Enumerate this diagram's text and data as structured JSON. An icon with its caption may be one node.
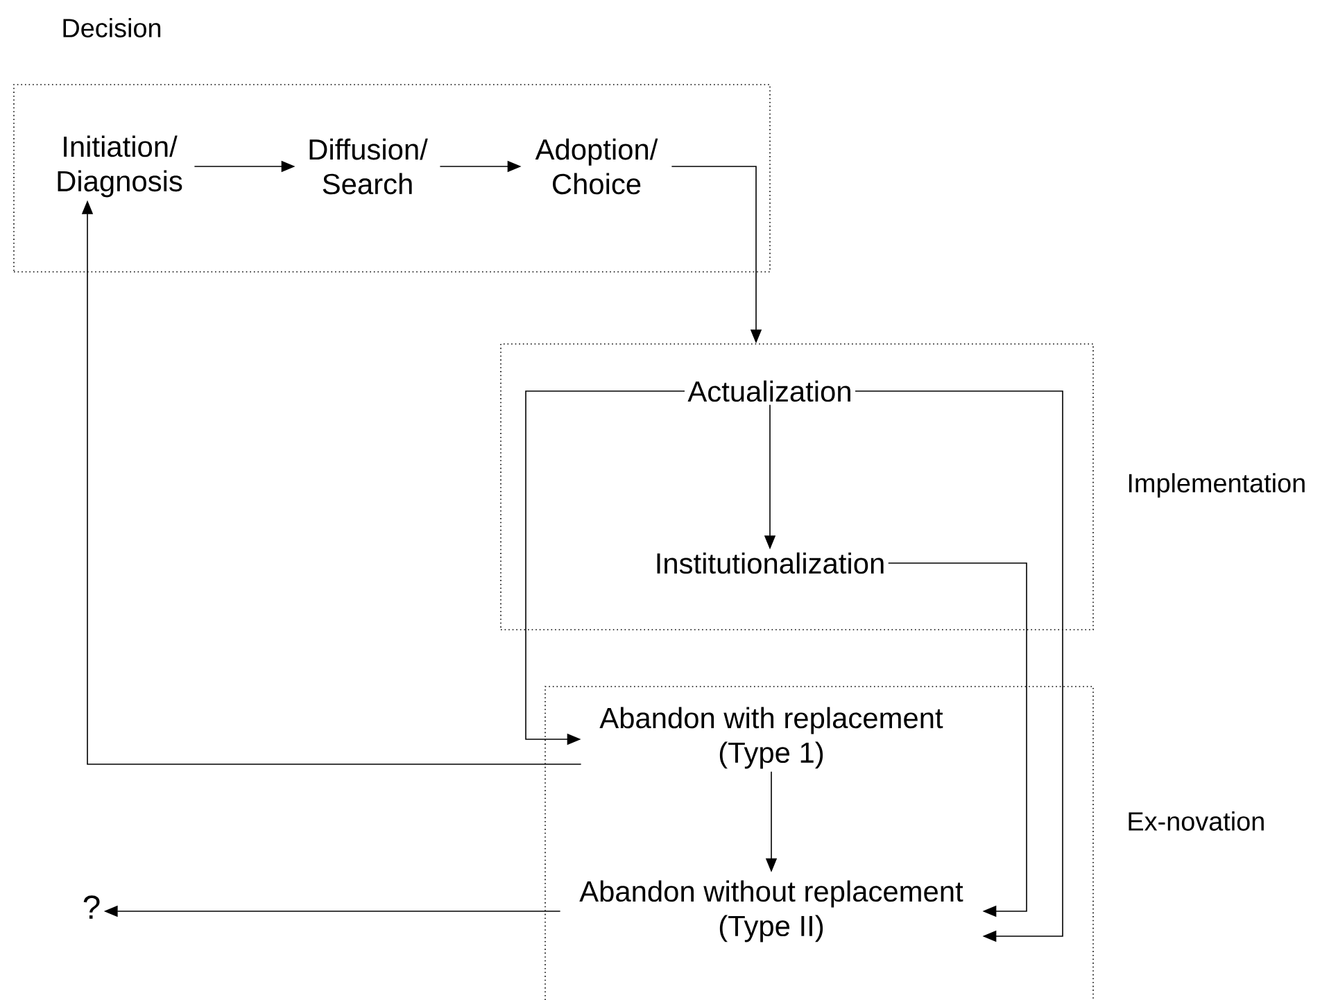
{
  "diagram": {
    "nodes": [
      {
        "text": [],
        "shape": "box"
      },
      {
        "text": [
          "Initiation/ Diagnosis"
        ],
        "in": 0
      },
      {
        "text": [
          "Diffusion/ Search"
        ],
        "in": 0
      },
      {
        "text": [
          "Adoption/ Choice"
        ],
        "in": 0
      },
      {
        "text": [],
        "shape": "box"
      },
      {
        "text": [
          "Actualization"
        ],
        "in": 4
      },
      {
        "text": [
          "Institutionalization"
        ],
        "in": 4
      },
      {
        "text": [],
        "shape": "box"
      },
      {
        "text": [
          "Abandon with replacement (Type 1)"
        ],
        "in": 7
      },
      {
        "text": [
          "Abandon without replacement (Type II)"
        ],
        "in": 7
      },
      {
        "text": [
          "?"
        ]
      }
    ],
    "edges": [
      {
        "from": 1,
        "to": 2,
        "arrow": "to"
      },
      {
        "from": 2,
        "to": 3,
        "arrow": "to"
      },
      {
        "from": 3,
        "to": 4,
        "arrow": "to"
      },
      {
        "from": 5,
        "to": 6,
        "arrow": "to"
      },
      {
        "from": 5,
        "to": 8,
        "arrow": "to"
      },
      {
        "from": 5,
        "to": 9,
        "arrow": "to"
      },
      {
        "from": 6,
        "to": 9,
        "arrow": "to"
      },
      {
        "from": 8,
        "to": 9,
        "arrow": "to"
      },
      {
        "from": 8,
        "to": 1,
        "arrow": "to"
      },
      {
        "from": 9,
        "to": 10,
        "arrow": "to"
      }
    ],
    "labels": [
      "Decision",
      "Implementation",
      "Ex-novation"
    ]
  }
}
